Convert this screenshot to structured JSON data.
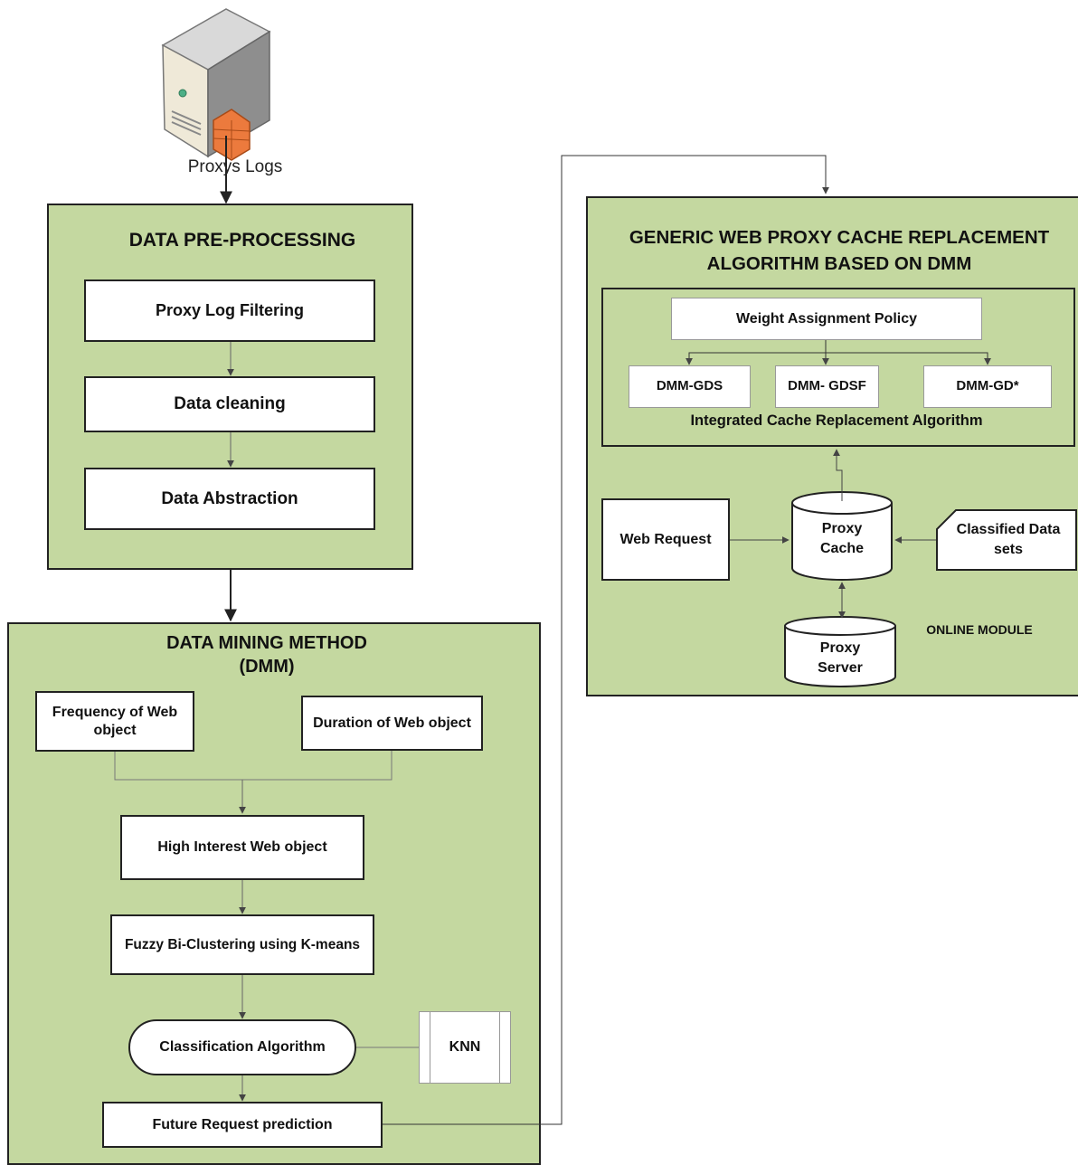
{
  "server_label": "Proxys Logs",
  "preprocessing": {
    "title": "DATA  PRE-PROCESSING",
    "steps": [
      "Proxy  Log Filtering",
      "Data cleaning",
      "Data Abstraction"
    ]
  },
  "dmm": {
    "title_line1": "DATA MINING METHOD",
    "title_line2": "(DMM)",
    "frequency": "Frequency of Web object",
    "duration": "Duration of Web object",
    "high_interest": "High Interest Web object",
    "fuzzy": "Fuzzy Bi-Clustering using K-means",
    "classification": "Classification Algorithm",
    "knn": "KNN",
    "future": "Future Request prediction"
  },
  "generic": {
    "title_line1": "GENERIC WEB PROXY CACHE REPLACEMENT",
    "title_line2": "ALGORITHM BASED ON DMM",
    "weight": "Weight Assignment Policy",
    "algos": [
      "DMM-GDS",
      "DMM- GDSF",
      "DMM-GD*"
    ],
    "integrated": "Integrated  Cache Replacement Algorithm",
    "web_request": "Web Request",
    "proxy_cache": "Proxy Cache",
    "classified": "Classified Data sets",
    "proxy_server": "Proxy Server",
    "online": "ONLINE MODULE"
  }
}
